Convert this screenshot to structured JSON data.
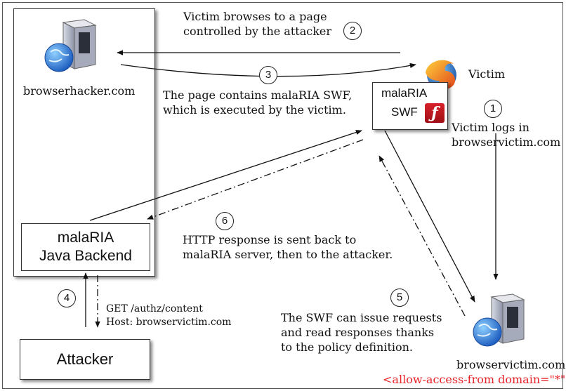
{
  "nodes": {
    "browserhacker_label": "browserhacker.com",
    "backend_line1": "malaRIA",
    "backend_line2": "Java Backend",
    "attacker_label": "Attacker",
    "victim_label": "Victim",
    "swf_line1": "malaRIA",
    "swf_line2": "SWF",
    "browservictim_label": "browservictim.com",
    "policy_text": "<allow-access-from domain=\"*\" />"
  },
  "steps": [
    {
      "number": "1",
      "lines": [
        "Victim logs in",
        "browservictim.com"
      ]
    },
    {
      "number": "2",
      "lines": [
        "Victim browses to a page",
        "controlled by the attacker"
      ]
    },
    {
      "number": "3",
      "lines": [
        "The page contains malaRIA SWF,",
        "which is executed by the victim."
      ]
    },
    {
      "number": "4",
      "lines": [
        "GET /authz/content",
        "Host: browservictim.com"
      ]
    },
    {
      "number": "5",
      "lines": [
        "The SWF can issue requests",
        "and read responses thanks",
        "to the policy definition."
      ]
    },
    {
      "number": "6",
      "lines": [
        "HTTP response is sent back to",
        "malaRIA server, then to the attacker."
      ]
    }
  ],
  "icons": {
    "attacker_server": "server-globe-icon",
    "victim_server": "server-globe-icon",
    "browser": "firefox-icon",
    "flash": "flash-icon"
  },
  "colors": {
    "policy": "#e8232a",
    "flash": "#d8222a"
  }
}
